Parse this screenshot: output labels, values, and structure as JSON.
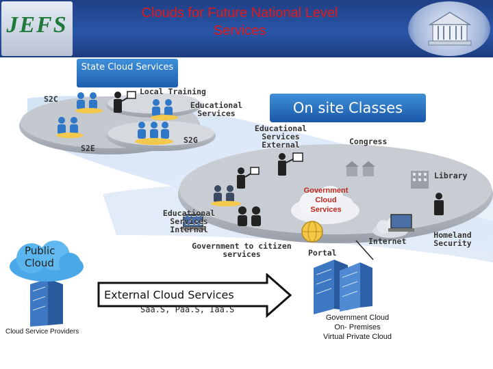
{
  "header": {
    "title_line1": "Clouds for Future National Level",
    "title_line2": "Services",
    "logo_left_text": "JEFS"
  },
  "labels": {
    "state_cloud": "State Cloud Services",
    "on_site_classes": "On site Classes",
    "s2c": "S2C",
    "s2e": "S2E",
    "s2g": "S2G",
    "local_training": "Local Training",
    "educational_services": "Educational Services",
    "educational_services_external": "Educational Services External",
    "congress": "Congress",
    "library": "Library",
    "government_cloud_services": "Government Cloud Services",
    "educational_services_internal": "Educational Services Internal",
    "government_to_citizen": "Government to citizen services",
    "portal": "Portal",
    "internet": "Internet",
    "homeland_security": "Homeland Security",
    "public_cloud": "Public Cloud",
    "external_cloud_services": "External Cloud Services",
    "saas_paas_iaas": "Saa.S, Paa.S, Iaa.S",
    "cloud_service_providers": "Cloud Service Providers",
    "gov_cloud_on_premises_1": "Government Cloud",
    "gov_cloud_on_premises_2": "On- Premises",
    "gov_cloud_on_premises_3": "Virtual Private Cloud"
  },
  "colors": {
    "header_bg": "#2a56a6",
    "title": "#e01b1b",
    "label_box": "#2f7fd0",
    "platform": "#b8bcc4",
    "people_blue": "#2f78c8",
    "people_yellow": "#f2c94c"
  }
}
